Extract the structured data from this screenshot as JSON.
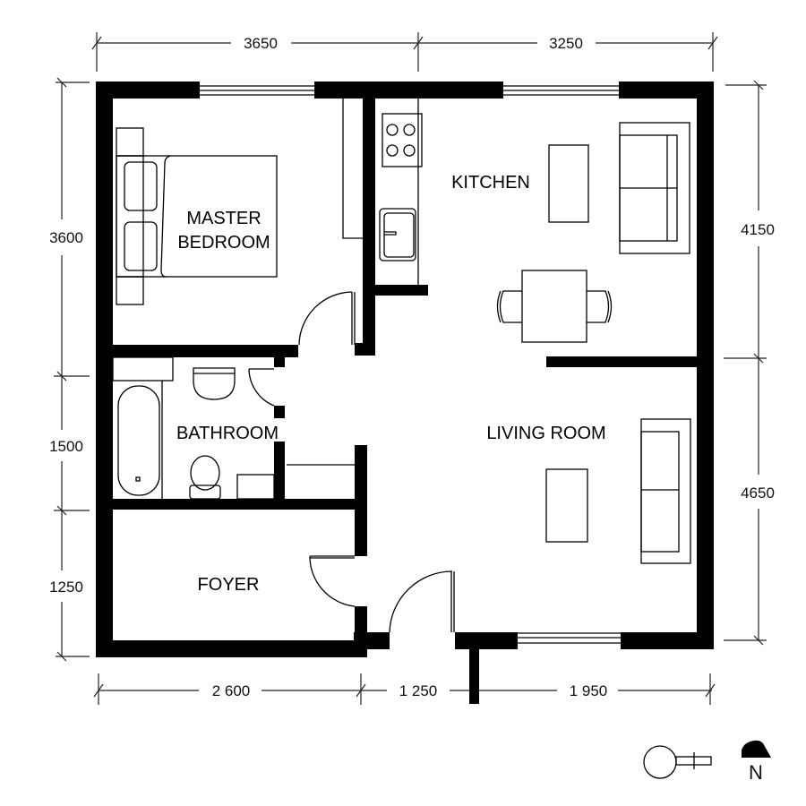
{
  "plan": {
    "rooms": [
      {
        "id": "master-bedroom",
        "label_line1": "MASTER",
        "label_line2": "BEDROOM"
      },
      {
        "id": "kitchen",
        "label": "KITCHEN"
      },
      {
        "id": "bathroom",
        "label": "BATHROOM"
      },
      {
        "id": "living-room",
        "label": "LIVING ROOM"
      },
      {
        "id": "foyer",
        "label": "FOYER"
      }
    ],
    "dimensions": {
      "top": [
        "3650",
        "3250"
      ],
      "bottom": [
        "2 600",
        "1 250",
        "1 950"
      ],
      "left": [
        "3600",
        "1500",
        "1250"
      ],
      "right": [
        "4150",
        "4650"
      ]
    },
    "north_label": "N"
  }
}
